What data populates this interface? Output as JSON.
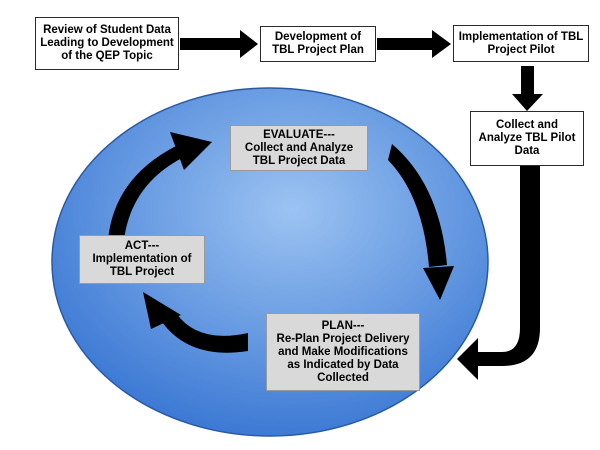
{
  "colors": {
    "ellipse_fill_light": "#9cc3f2",
    "ellipse_fill_dark": "#2f6fd0",
    "ellipse_stroke": "#2a5aa6",
    "arrow": "#000000",
    "box_gray": "#d9d9d9"
  },
  "top_flow": {
    "review": "Review of Student Data\nLeading to Development\nof the QEP Topic",
    "development": "Development of\nTBL Project  Plan",
    "implementation_pilot": "Implementation of TBL\nProject Pilot",
    "collect_pilot": "Collect and\nAnalyze TBL Pilot\nData"
  },
  "cycle": {
    "evaluate": "EVALUATE---\nCollect and Analyze\nTBL Project Data",
    "plan": "PLAN---\nRe-Plan Project Delivery\nand Make Modifications\nas Indicated by Data\nCollected",
    "act": "ACT---\nImplementation of\nTBL Project"
  }
}
